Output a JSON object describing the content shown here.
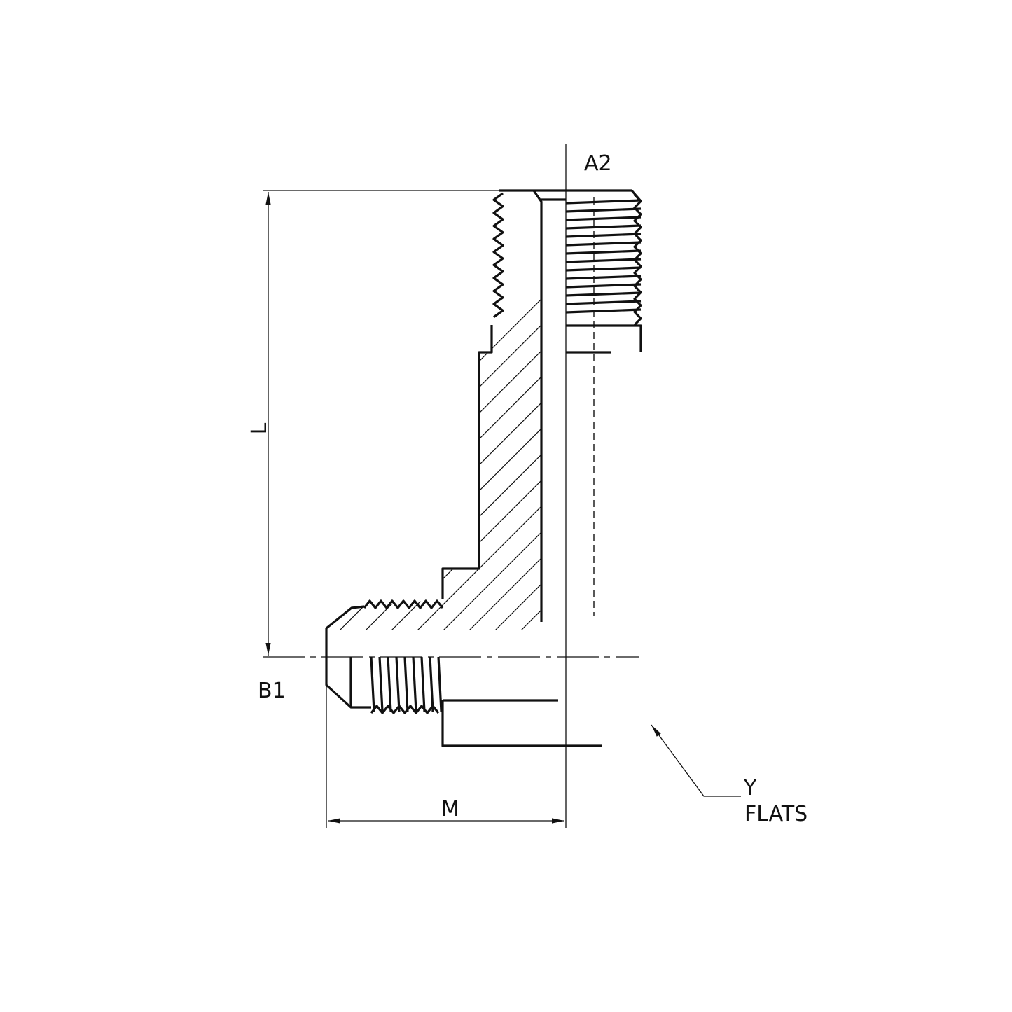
{
  "drawing": {
    "title": "90 degree elbow fitting, flare to pipe thread",
    "labels": {
      "port_a": "A2",
      "port_b": "B1",
      "length": "L",
      "offset": "M",
      "hex_y": "Y",
      "hex_flats": "FLATS"
    },
    "line_color": "#111111",
    "background": "#ffffff"
  }
}
